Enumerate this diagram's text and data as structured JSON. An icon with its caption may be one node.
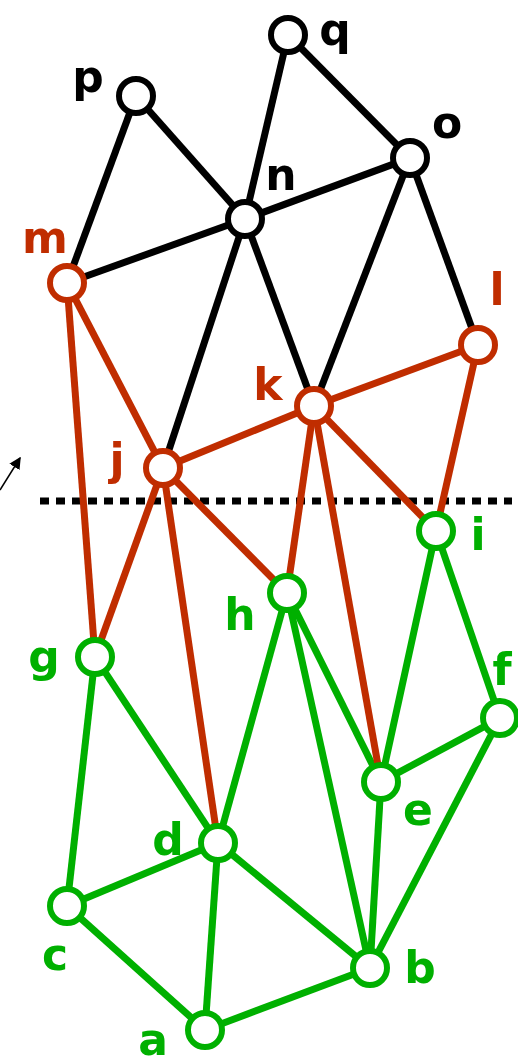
{
  "diagram": {
    "nodes": [
      {
        "text": [],
        "shape": "circle",
        "beside": [
          "a"
        ]
      },
      {
        "text": [],
        "shape": "circle",
        "beside": [
          "b"
        ]
      },
      {
        "text": [],
        "shape": "circle",
        "beside": [
          "c"
        ]
      },
      {
        "text": [],
        "shape": "circle",
        "beside": [
          "d"
        ]
      },
      {
        "text": [],
        "shape": "circle",
        "beside": [
          "e"
        ]
      },
      {
        "text": [],
        "shape": "circle",
        "beside": [
          "f"
        ]
      },
      {
        "text": [],
        "shape": "circle",
        "beside": [
          "g"
        ]
      },
      {
        "text": [],
        "shape": "circle",
        "beside": [
          "h"
        ]
      },
      {
        "text": [],
        "shape": "circle",
        "beside": [
          "i"
        ]
      },
      {
        "text": [],
        "shape": "circle",
        "beside": [
          "j"
        ]
      },
      {
        "text": [],
        "shape": "circle",
        "beside": [
          "k"
        ]
      },
      {
        "text": [],
        "shape": "circle",
        "beside": [
          "l"
        ]
      },
      {
        "text": [],
        "shape": "circle",
        "beside": [
          "m"
        ]
      },
      {
        "text": [],
        "shape": "circle",
        "beside": [
          "n"
        ]
      },
      {
        "text": [],
        "shape": "circle",
        "beside": [
          "o"
        ]
      },
      {
        "text": [],
        "shape": "circle",
        "beside": [
          "p"
        ]
      },
      {
        "text": [],
        "shape": "circle",
        "beside": [
          "q"
        ]
      }
    ],
    "edges": [
      {
        "from": 0,
        "to": 2,
        "arrow": "none"
      },
      {
        "from": 0,
        "to": 3,
        "arrow": "none"
      },
      {
        "from": 0,
        "to": 1,
        "arrow": "none"
      },
      {
        "from": 2,
        "to": 3,
        "arrow": "none"
      },
      {
        "from": 2,
        "to": 6,
        "arrow": "none"
      },
      {
        "from": 6,
        "to": 3,
        "arrow": "none"
      },
      {
        "from": 3,
        "to": 7,
        "arrow": "none"
      },
      {
        "from": 3,
        "to": 1,
        "arrow": "none"
      },
      {
        "from": 7,
        "to": 4,
        "arrow": "none"
      },
      {
        "from": 7,
        "to": 1,
        "arrow": "none"
      },
      {
        "from": 4,
        "to": 1,
        "arrow": "none"
      },
      {
        "from": 4,
        "to": 5,
        "arrow": "none"
      },
      {
        "from": 4,
        "to": 8,
        "arrow": "none"
      },
      {
        "from": 8,
        "to": 5,
        "arrow": "none"
      },
      {
        "from": 5,
        "to": 1,
        "arrow": "none"
      },
      {
        "from": 12,
        "to": 9,
        "arrow": "none",
        "color": "#c02d00"
      },
      {
        "from": 12,
        "to": 6,
        "arrow": "none",
        "color": "#c02d00"
      },
      {
        "from": 9,
        "to": 6,
        "arrow": "none",
        "color": "#c02d00"
      },
      {
        "from": 9,
        "to": 3,
        "arrow": "none",
        "color": "#c02d00"
      },
      {
        "from": 9,
        "to": 7,
        "arrow": "none",
        "color": "#c02d00"
      },
      {
        "from": 9,
        "to": 10,
        "arrow": "none",
        "color": "#c02d00"
      },
      {
        "from": 10,
        "to": 7,
        "arrow": "none",
        "color": "#c02d00"
      },
      {
        "from": 10,
        "to": 4,
        "arrow": "none",
        "color": "#c02d00"
      },
      {
        "from": 10,
        "to": 8,
        "arrow": "none",
        "color": "#c02d00"
      },
      {
        "from": 11,
        "to": 8,
        "arrow": "none",
        "color": "#c02d00"
      },
      {
        "from": 11,
        "to": 10,
        "arrow": "none",
        "color": "#c02d00"
      },
      {
        "from": 12,
        "to": 13,
        "arrow": "none",
        "color": "#000000"
      },
      {
        "from": 15,
        "to": 12,
        "arrow": "none",
        "color": "#000000"
      },
      {
        "from": 15,
        "to": 13,
        "arrow": "none",
        "color": "#000000"
      },
      {
        "from": 13,
        "to": 16,
        "arrow": "none",
        "color": "#000000"
      },
      {
        "from": 16,
        "to": 14,
        "arrow": "none",
        "color": "#000000"
      },
      {
        "from": 13,
        "to": 14,
        "arrow": "none",
        "color": "#000000"
      },
      {
        "from": 13,
        "to": 9,
        "arrow": "none",
        "color": "#000000"
      },
      {
        "from": 13,
        "to": 10,
        "arrow": "none",
        "color": "#000000"
      },
      {
        "from": 14,
        "to": 10,
        "arrow": "none",
        "color": "#000000"
      },
      {
        "from": 14,
        "to": 11,
        "arrow": "none",
        "color": "#000000"
      }
    ]
  }
}
